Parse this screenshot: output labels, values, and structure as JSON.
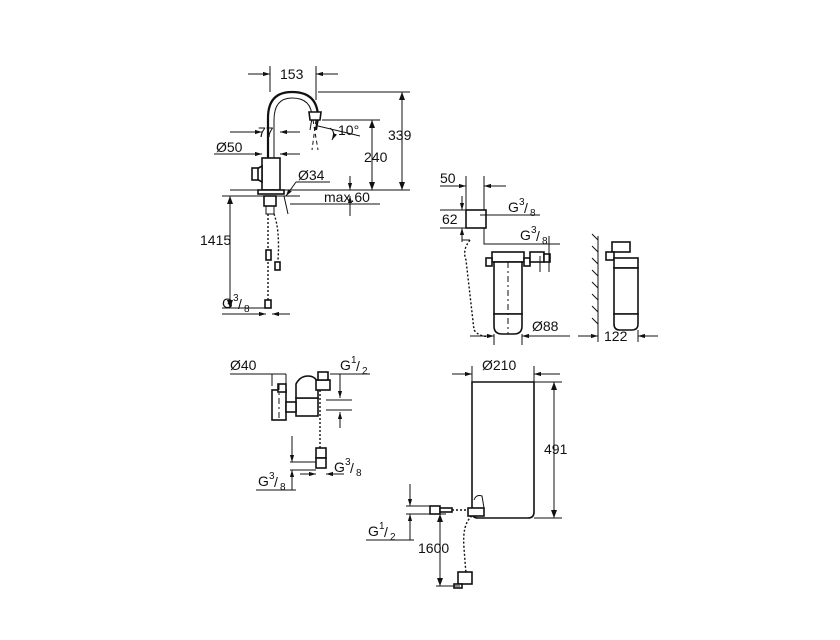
{
  "faucet": {
    "dim_spout_reach": "153",
    "dim_77": "77",
    "dim_angle": "10°",
    "dim_height_total": "339",
    "dim_dia_50": "Ø50",
    "dim_height_240": "240",
    "dim_dia_34": "Ø34",
    "dim_max60": "max.60",
    "dim_1415": "1415",
    "thread_main": "G",
    "thread_num": "3",
    "thread_den": "8"
  },
  "filter": {
    "dim_50": "50",
    "thread_top_main": "G",
    "thread_top_num": "3",
    "thread_top_den": "8",
    "dim_62": "62",
    "thread_side_main": "G",
    "thread_side_num": "3",
    "thread_side_den": "8",
    "dim_dia_88": "Ø88",
    "dim_122": "122"
  },
  "valve": {
    "dim_dia_40": "Ø40",
    "thread_top_main": "G",
    "thread_top_num": "1",
    "thread_top_den": "2",
    "thread_left_main": "G",
    "thread_left_num": "3",
    "thread_left_den": "8",
    "thread_right_main": "G",
    "thread_right_num": "3",
    "thread_right_den": "8"
  },
  "boiler": {
    "dim_dia_210": "Ø210",
    "dim_491": "491",
    "thread_main": "G",
    "thread_num": "1",
    "thread_den": "2",
    "dim_1600": "1600"
  }
}
